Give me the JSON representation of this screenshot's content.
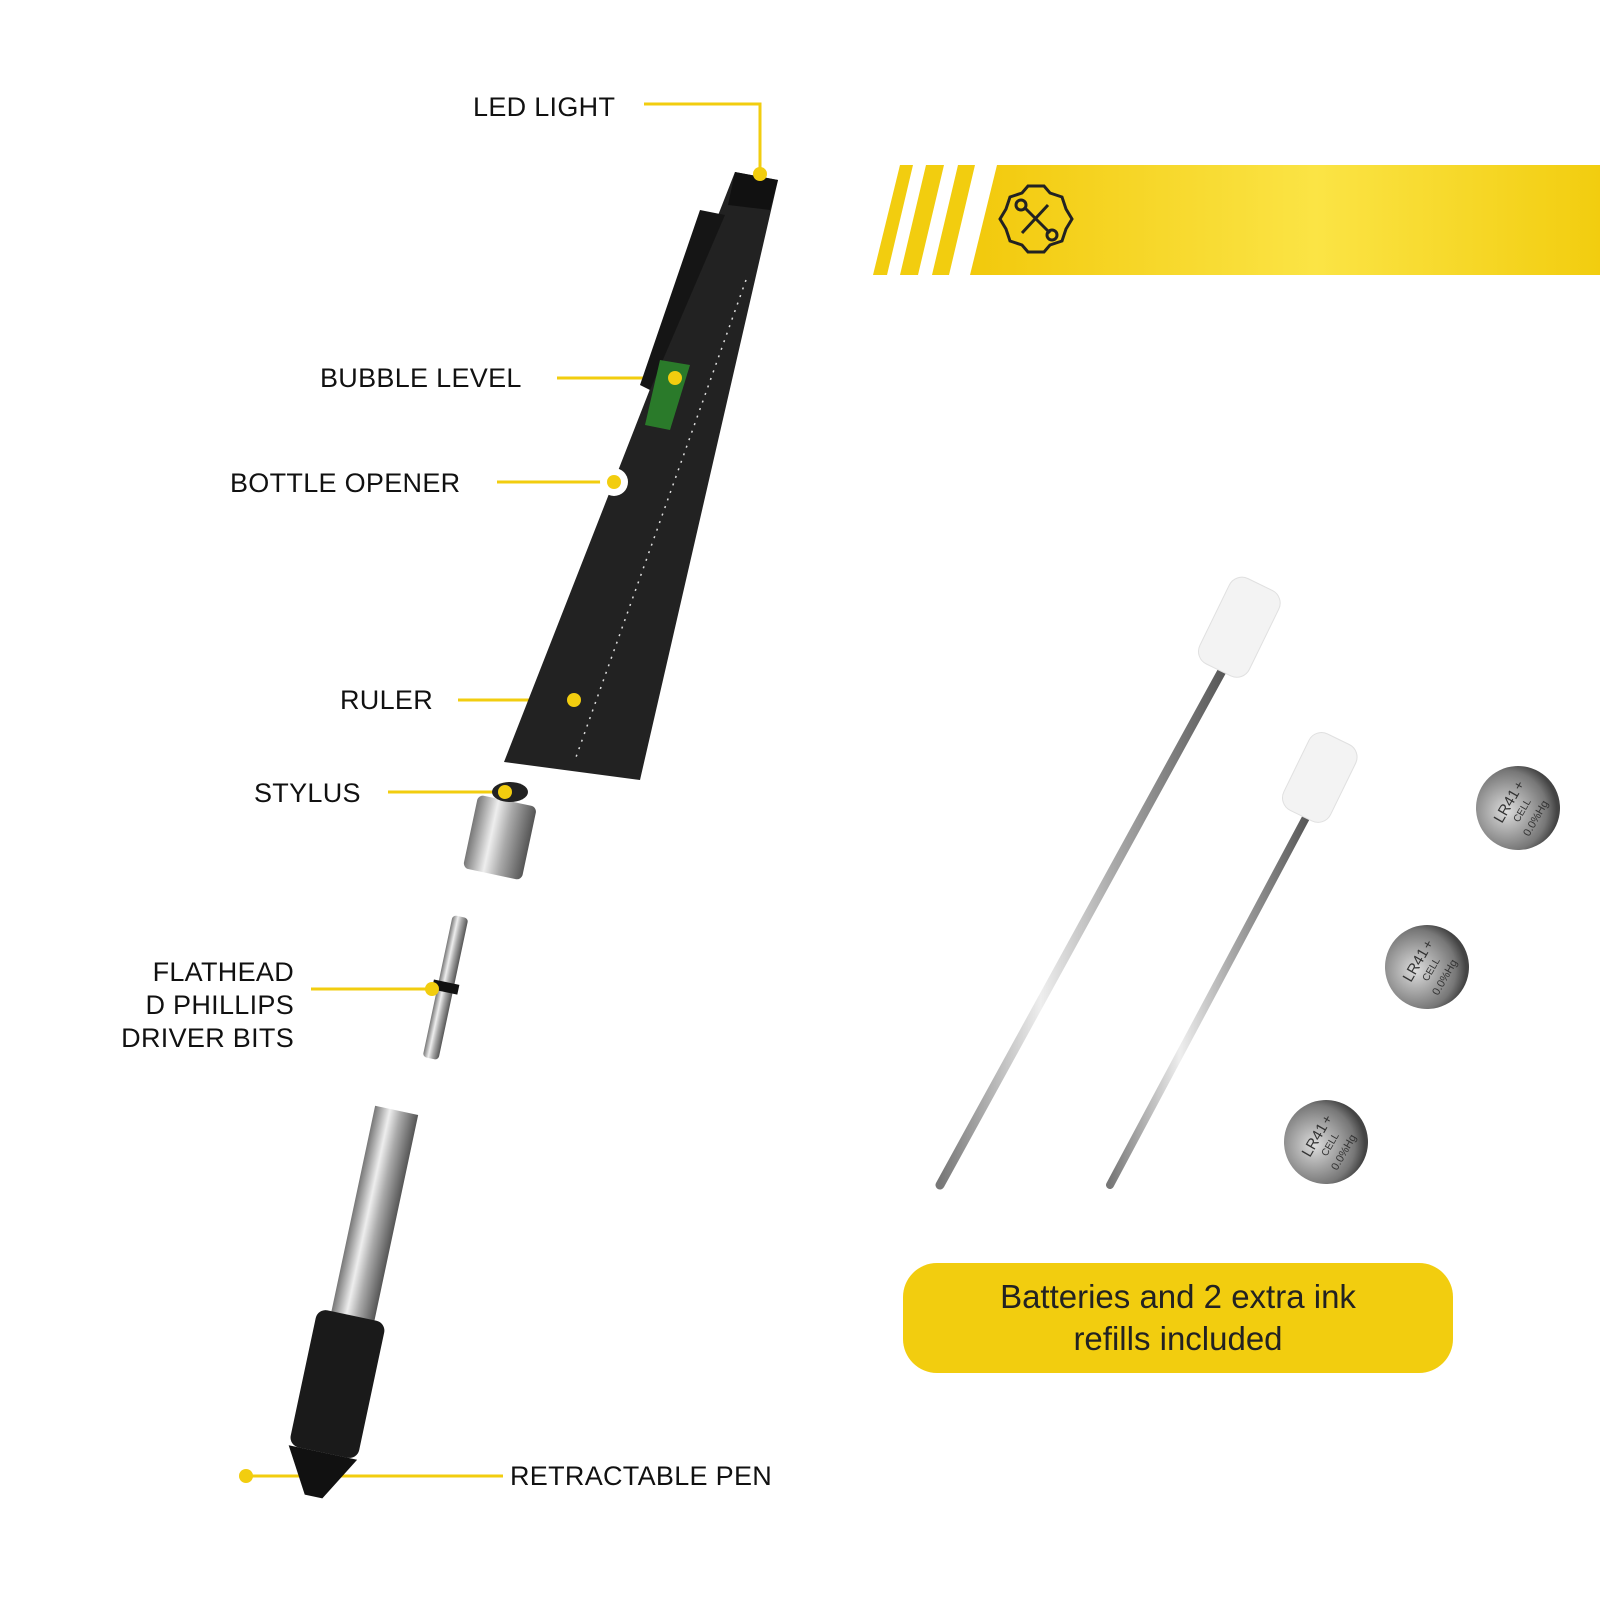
{
  "labels": {
    "led_light": "LED LIGHT",
    "bubble_level": "BUBBLE LEVEL",
    "bottle_opener": "BOTTLE OPENER",
    "ruler": "RULER",
    "stylus": "STYLUS",
    "driver_bits": [
      "FLATHEAD",
      "D PHILLIPS",
      "DRIVER BITS"
    ],
    "retractable_pen": "RETRACTABLE PEN"
  },
  "banner": {
    "icon": "gear-tools-icon",
    "color": "#f2cd0f"
  },
  "battery_marking": [
    "LR41",
    "+",
    "CELL",
    "0.0%Hg"
  ],
  "caption": "Batteries and 2 extra ink refills included",
  "colors": {
    "accent": "#f2cd0f",
    "pen_body": "#1e1e1e",
    "text": "#111111"
  }
}
